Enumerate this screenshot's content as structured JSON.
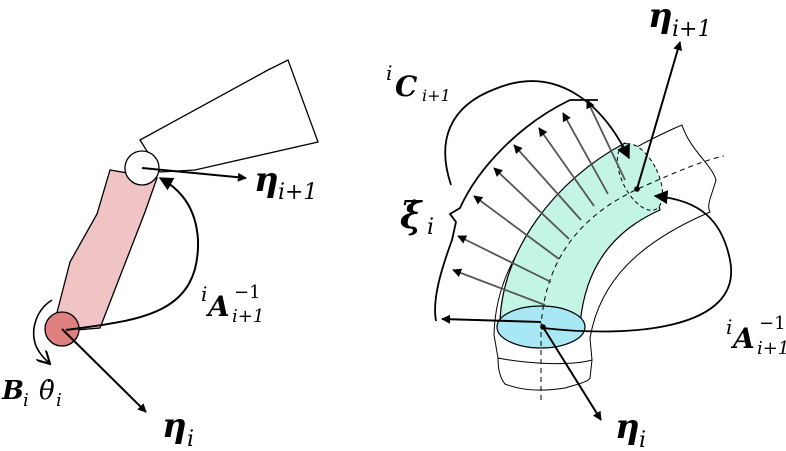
{
  "labels": {
    "eta_i1_left": "η",
    "eta_i1_left_sub": "i+1",
    "eta_i_left": "η",
    "eta_i_left_sub": "i",
    "A_left_pre": "i",
    "A_left": "A",
    "A_left_sub": "i+1",
    "A_left_sup": "−1",
    "B_left": "B",
    "B_left_sub": "i",
    "theta_left": "θ̇",
    "theta_left_sub": "i",
    "eta_i1_right": "η",
    "eta_i1_right_sub": "i+1",
    "C_pre": "i",
    "C_main": "C",
    "C_sub": "i+1",
    "xi_main": "ξ̇",
    "xi_sub": "i",
    "A_right_pre": "i",
    "A_right": "A",
    "A_right_sub": "i+1",
    "A_right_sup": "−1",
    "eta_i_right": "η",
    "eta_i_right_sub": "i"
  },
  "colors": {
    "link_fill": "#f0c4c4",
    "joint_fill": "#e07f7f",
    "tube_fill": "#c4f4e6",
    "base_fill": "#a8e8f4",
    "stroke": "#000000"
  }
}
